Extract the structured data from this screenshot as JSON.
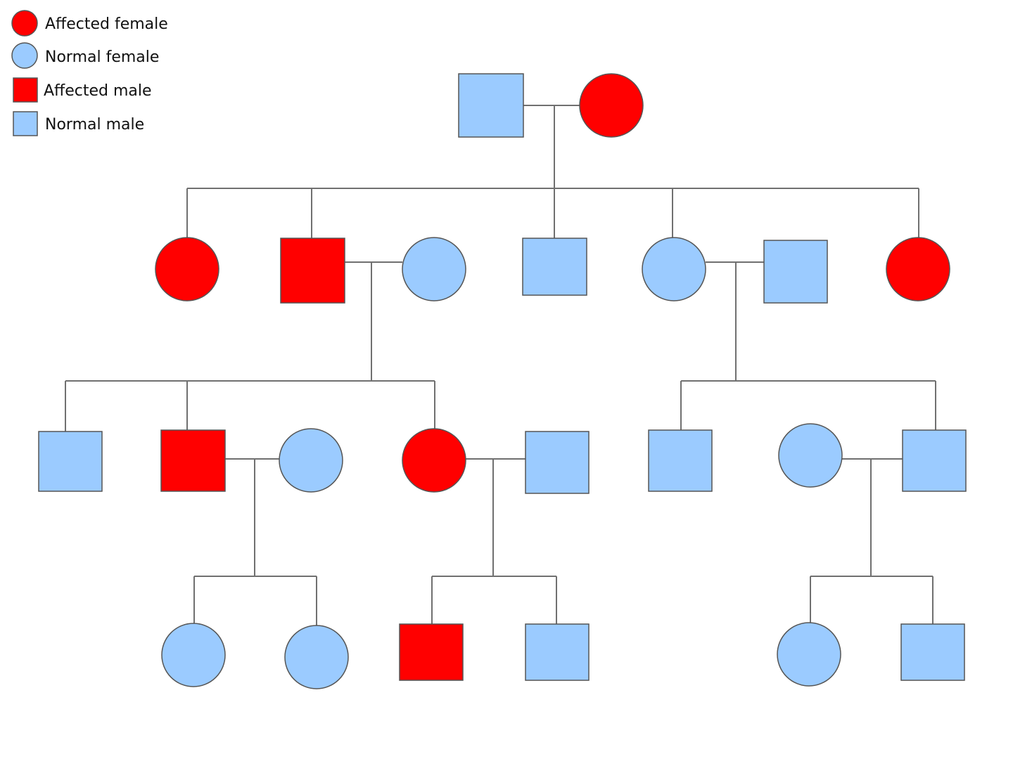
{
  "colors": {
    "affected": "#ff0000",
    "normal": "#9bcbff",
    "line": "#707070",
    "outline": "#555555"
  },
  "legend": [
    {
      "label": "Affected female",
      "sex": "female",
      "status": "affected"
    },
    {
      "label": "Normal female",
      "sex": "female",
      "status": "normal"
    },
    {
      "label": "Affected male",
      "sex": "male",
      "status": "affected"
    },
    {
      "label": "Normal male",
      "sex": "male",
      "status": "normal"
    }
  ],
  "pedigree": {
    "generations": [
      {
        "members": [
          {
            "id": "g1-father",
            "sex": "male",
            "status": "normal"
          },
          {
            "id": "g1-mother",
            "sex": "female",
            "status": "affected"
          }
        ]
      },
      {
        "members": [
          {
            "id": "g2-daughter-1",
            "sex": "female",
            "status": "affected"
          },
          {
            "id": "g2-son-1",
            "sex": "male",
            "status": "affected"
          },
          {
            "id": "g2-son-1-spouse",
            "sex": "female",
            "status": "normal"
          },
          {
            "id": "g2-son-2",
            "sex": "male",
            "status": "normal"
          },
          {
            "id": "g2-daughter-2",
            "sex": "female",
            "status": "normal"
          },
          {
            "id": "g2-daughter-2-spouse",
            "sex": "male",
            "status": "normal"
          },
          {
            "id": "g2-daughter-3",
            "sex": "female",
            "status": "affected"
          }
        ]
      },
      {
        "members": [
          {
            "id": "g3-son-a1",
            "sex": "male",
            "status": "normal"
          },
          {
            "id": "g3-son-a2",
            "sex": "male",
            "status": "affected"
          },
          {
            "id": "g3-son-a2-spouse",
            "sex": "female",
            "status": "normal"
          },
          {
            "id": "g3-daughter-a3",
            "sex": "female",
            "status": "affected"
          },
          {
            "id": "g3-daughter-a3-spouse",
            "sex": "male",
            "status": "normal"
          },
          {
            "id": "g3-son-b1",
            "sex": "male",
            "status": "normal"
          },
          {
            "id": "g3-son-b2-spouse",
            "sex": "female",
            "status": "normal"
          },
          {
            "id": "g3-son-b2",
            "sex": "male",
            "status": "normal"
          }
        ]
      },
      {
        "members": [
          {
            "id": "g4-daughter-1",
            "sex": "female",
            "status": "normal"
          },
          {
            "id": "g4-daughter-2",
            "sex": "female",
            "status": "normal"
          },
          {
            "id": "g4-son-3",
            "sex": "male",
            "status": "affected"
          },
          {
            "id": "g4-son-4",
            "sex": "male",
            "status": "normal"
          },
          {
            "id": "g4-daughter-5",
            "sex": "female",
            "status": "normal"
          },
          {
            "id": "g4-son-6",
            "sex": "male",
            "status": "normal"
          }
        ]
      }
    ]
  }
}
